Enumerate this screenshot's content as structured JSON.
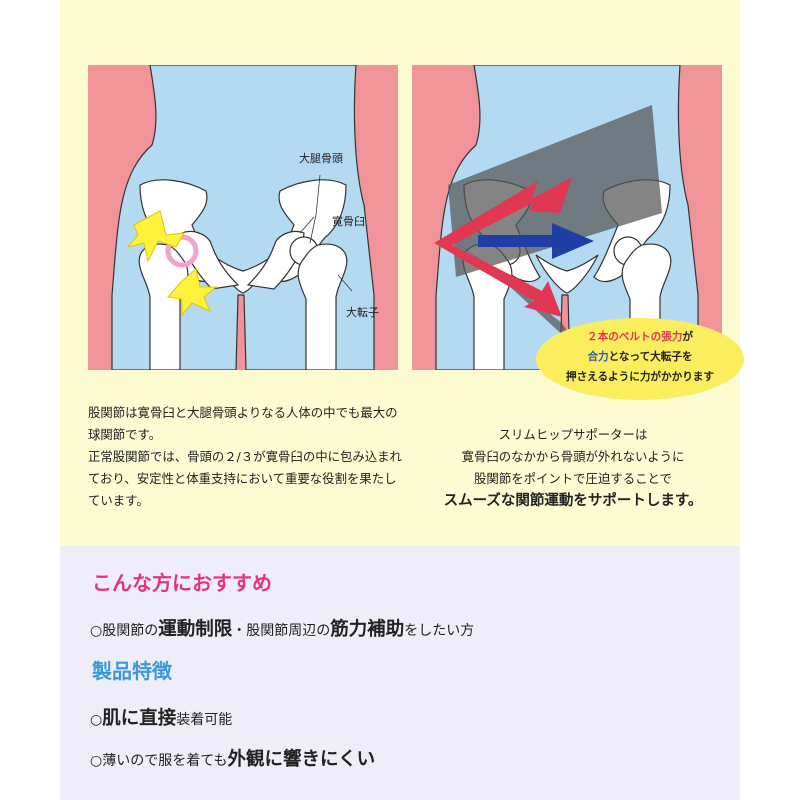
{
  "colors": {
    "pink_bg": "#f0949a",
    "blue_body": "#b4daf2",
    "bone": "#ffffff",
    "yellow_bg": "#fdfbd2",
    "lavender_bg": "#efedf8",
    "accent_pink": "#e5347a",
    "accent_blue": "#3a9ad9",
    "arrow_red": "#e23752",
    "arrow_blue": "#1f3fa6",
    "bubble_yellow": "#fbee5e"
  },
  "diagram_left": {
    "label_femoral_head": "大腿骨頭",
    "label_acetabulum": "寛骨臼",
    "label_trochanter": "大転子"
  },
  "desc_left": {
    "p1": "股関節は寛骨臼と大腿骨頭よりなる人体の中でも最大の球関節です。",
    "p2": "正常股関節では、骨頭の２/３が寛骨臼の中に包み込まれており、安定性と体重支持において重要な役割を果たしています。"
  },
  "bubble": {
    "line1_a": "２本のベルトの張力",
    "line1_b": "が",
    "line2_a": "合力",
    "line2_b": "となって大転子を",
    "line3": "押さえるように力がかかります"
  },
  "desc_right": {
    "l1": "スリムヒップサポーターは",
    "l2": "寛骨臼のなかから骨頭が外れないように",
    "l3": "股関節をポイントで圧迫することで",
    "l4": "スムーズな関節運動をサポートします。"
  },
  "recommend": {
    "heading": "こんな方におすすめ",
    "pre": "○股関節の",
    "b1": "運動制限",
    "mid": "・股関節周辺の",
    "b2": "筋力補助",
    "post": "をしたい方"
  },
  "features": {
    "heading": "製品特徴",
    "f1_pre": "○",
    "f1_b": "肌に直接",
    "f1_post": "装着可能",
    "f2_pre": "○薄いので服を着ても",
    "f2_b": "外観に響きにくい"
  }
}
